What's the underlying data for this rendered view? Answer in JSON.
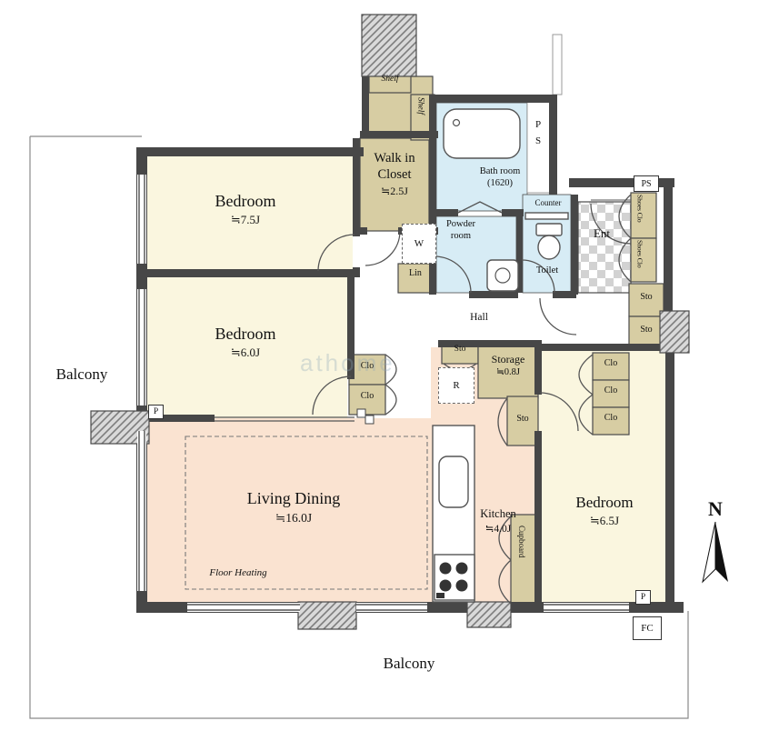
{
  "title": "Floor plan",
  "colors": {
    "cream": "#faf6df",
    "peach": "#fae3d1",
    "blue": "#d7ecf5",
    "tan": "#d7cda3",
    "wall": "#474747"
  },
  "labels": {
    "balcony_left": "Balcony",
    "balcony_bottom": "Balcony",
    "bedroom1_name": "Bedroom",
    "bedroom1_size": "≒7.5J",
    "bedroom2_name": "Bedroom",
    "bedroom2_size": "≒6.0J",
    "bedroom3_name": "Bedroom",
    "bedroom3_size": "≒6.5J",
    "living_name": "Living Dining",
    "living_size": "≒16.0J",
    "floor_heating": "Floor Heating",
    "kitchen_name": "Kitchen",
    "kitchen_size": "≒4.0J",
    "wic_line1": "Walk in",
    "wic_line2": "Closet",
    "wic_size": "≒2.5J",
    "bath_line1": "Bath room",
    "bath_line2": "(1620)",
    "powder_line1": "Powder",
    "powder_line2": "room",
    "toilet": "Toilet",
    "counter": "Counter",
    "ent": "Ent",
    "hall": "Hall",
    "storage_name": "Storage",
    "storage_size": "≒0.8J",
    "shelf_top": "Shelf",
    "shelf_side": "Shelf",
    "washer": "W",
    "linen": "Lin",
    "fridge": "R",
    "shoes_clo_1": "Shoes Clo",
    "shoes_clo_2": "Shoes Clo",
    "sto_right_1": "Sto",
    "sto_right_2": "Sto",
    "sto_hall": "Sto",
    "sto_kitchen": "Sto",
    "clo_a1": "Clo",
    "clo_a2": "Clo",
    "clo_b1": "Clo",
    "clo_b2": "Clo",
    "clo_b3": "Clo",
    "cupboard": "Cupboard",
    "ps_shaft_p": "P",
    "ps_shaft_s": "S",
    "ps_badge": "PS",
    "p_badge_left": "P",
    "p_badge_right": "P",
    "fc_badge": "FC",
    "north": "N",
    "watermark": "athome"
  }
}
